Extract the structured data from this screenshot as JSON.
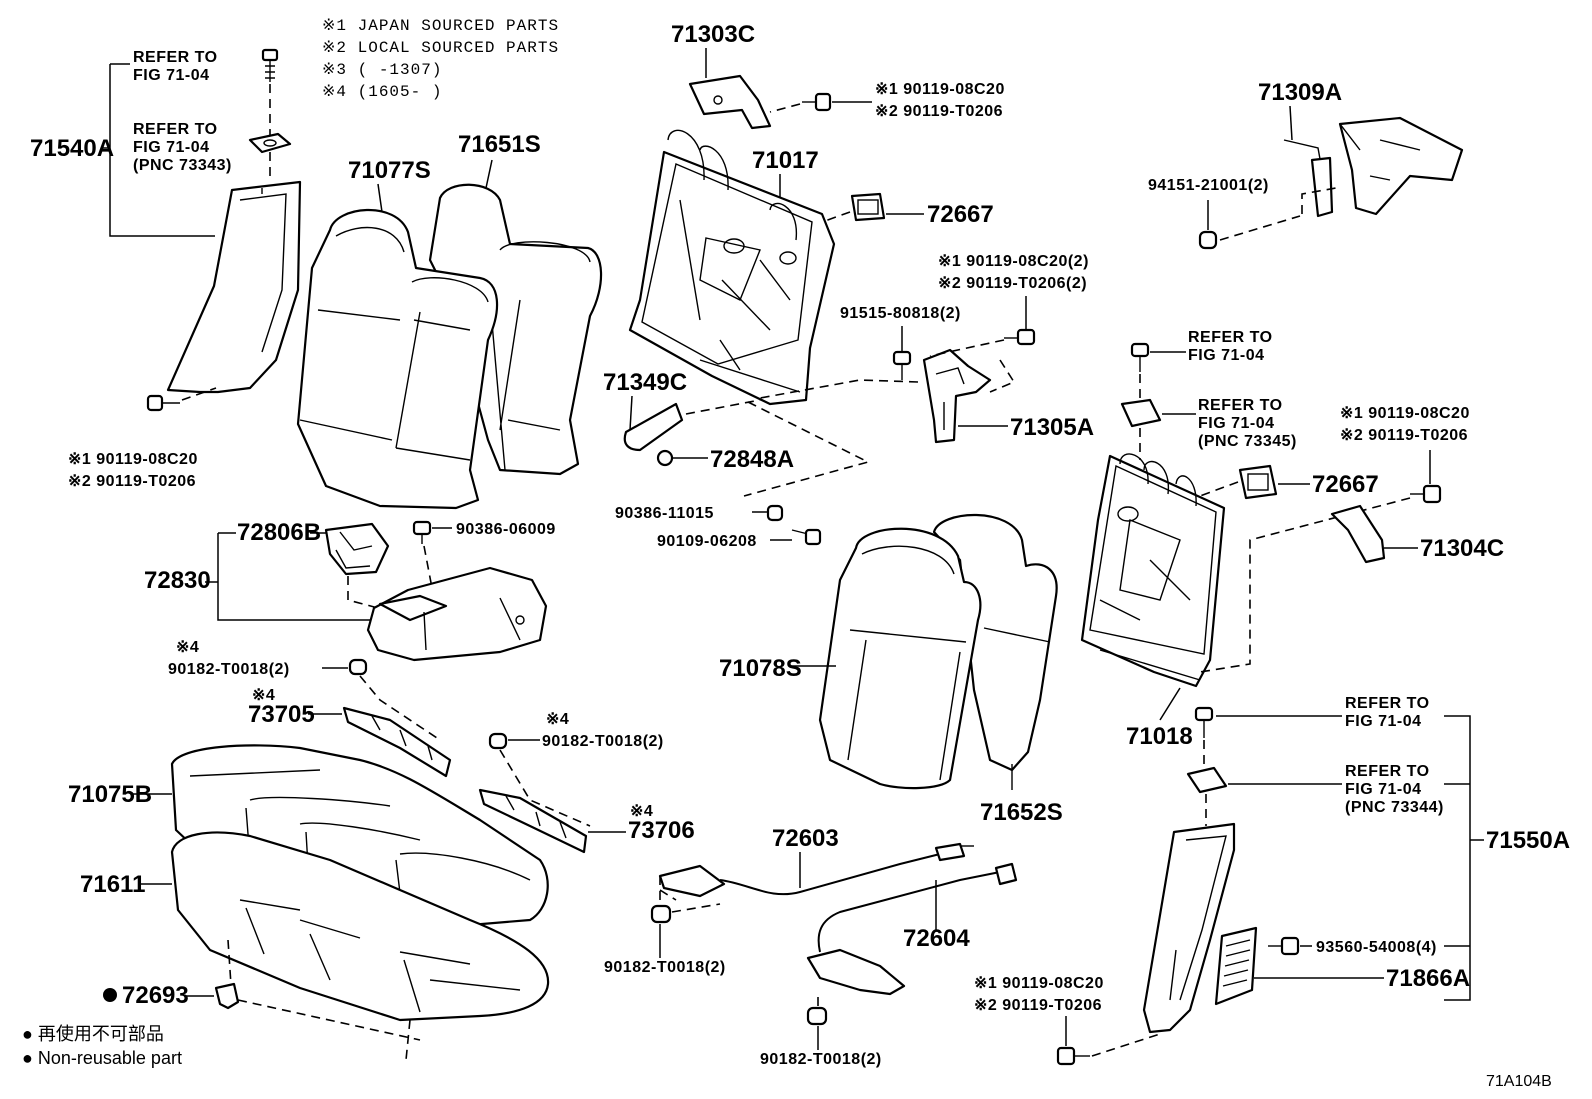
{
  "diagram_id": "71A104B",
  "notes": [
    "※1 JAPAN SOURCED PARTS",
    "※2 LOCAL SOURCED PARTS",
    "※3 (      -1307)",
    "※4 (1605-      )"
  ],
  "legend": {
    "jp": "● 再使用不可部品",
    "en": "● Non-reusable part"
  },
  "refs": {
    "r1": "REFER TO",
    "r1b": "FIG 71-04",
    "r2": "REFER TO",
    "r2b": "FIG 71-04",
    "r2c": "(PNC 73343)",
    "r3": "REFER TO",
    "r3b": "FIG 71-04",
    "r4": "REFER TO",
    "r4b": "FIG 71-04",
    "r4c": "(PNC 73345)",
    "r5": "REFER TO",
    "r5b": "FIG 71-04",
    "r6": "REFER TO",
    "r6b": "FIG 71-04",
    "r6c": "(PNC 73344)"
  },
  "parts": {
    "p71540A": "71540A",
    "p71077S": "71077S",
    "p71651S": "71651S",
    "p71303C": "71303C",
    "p71017": "71017",
    "p72667a": "72667",
    "p72667b": "72667",
    "p71309A": "71309A",
    "p94151": "94151-21001(2)",
    "p71349C": "71349C",
    "p72848A": "72848A",
    "p71305A": "71305A",
    "p91515": "91515-80818(2)",
    "p72806B": "72806B",
    "p72830": "72830",
    "p90386_06": "90386-06009",
    "p90386_11": "90386-11015",
    "p90109": "90109-06208",
    "p71078S": "71078S",
    "p71652S": "71652S",
    "p71018": "71018",
    "p71304C": "71304C",
    "p71550A": "71550A",
    "p71866A": "71866A",
    "p93560": "93560-54008(4)",
    "p73705": "73705",
    "p73706": "73706",
    "p71075B": "71075B",
    "p71611": "71611",
    "p72693": "72693",
    "p72603": "72603",
    "p72604": "72604",
    "c1a": "※1 90119-08C20",
    "c2a": "※2 90119-T0206",
    "c1b": "※1 90119-08C20",
    "c2b": "※2 90119-T0206",
    "c1c": "※1 90119-08C20(2)",
    "c2c": "※2 90119-T0206(2)",
    "c1d": "※1 90119-08C20",
    "c2d": "※2 90119-T0206",
    "c1e": "※1 90119-08C20",
    "c2e": "※2 90119-T0206",
    "s4a": "※4",
    "p90182a": "90182-T0018(2)",
    "s4b": "※4",
    "s4c": "※4",
    "p90182c": "90182-T0018(2)",
    "s4d": "※4",
    "p90182e": "90182-T0018(2)",
    "p90182f": "90182-T0018(2)"
  }
}
